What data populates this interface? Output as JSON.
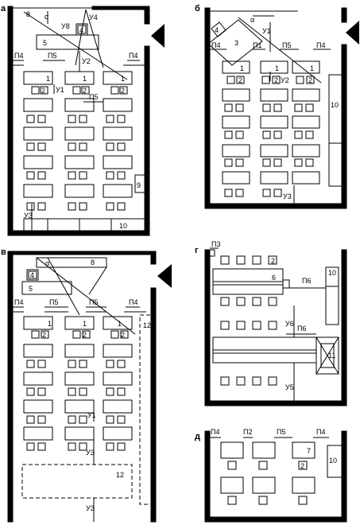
{
  "panels": {
    "a": {
      "letter": "а",
      "labels": {
        "n4_left": "П4",
        "n5": "П5",
        "n4_right": "П4",
        "n5_mid": "П5",
        "y8": "У8",
        "y4": "У4",
        "y2": "У2",
        "y1": "У1",
        "y3": "У3",
        "alpha": "α",
        "n8": "8",
        "n4box": "4",
        "n5box": "5",
        "n9": "9",
        "n10": "10",
        "d1": "1",
        "d2": "2"
      }
    },
    "b": {
      "letter": "б",
      "labels": {
        "n4": "П4",
        "n1": "П1",
        "n5": "П5",
        "n4_right": "П4",
        "y1": "У1",
        "y2": "У2",
        "y3": "У3",
        "alpha": "α",
        "n4box": "4",
        "n3box": "3",
        "n10": "10",
        "d1": "1",
        "d2": "2"
      }
    },
    "v": {
      "letter": "в",
      "labels": {
        "n4_left": "П4",
        "n5": "П5",
        "n5b": "П5",
        "n4_right": "П4",
        "y1": "У1",
        "y3": "У3",
        "y3b": "У3",
        "alpha": "α",
        "n8": "8",
        "n4box": "4",
        "n5box": "5",
        "n12": "12",
        "n12b": "12",
        "d1": "1",
        "d2": "2"
      }
    },
    "g": {
      "letter": "г",
      "labels": {
        "n3": "П3",
        "n6": "П6",
        "n6b": "П6",
        "y6": "У6",
        "y5": "У5",
        "n6box": "6",
        "n10": "10",
        "n11": "11",
        "d2": "2"
      }
    },
    "d": {
      "letter": "д",
      "labels": {
        "n4": "П4",
        "n2": "П2",
        "n5": "П5",
        "n4_right": "П4",
        "n7": "7",
        "n2box": "2",
        "n10": "10"
      }
    }
  }
}
